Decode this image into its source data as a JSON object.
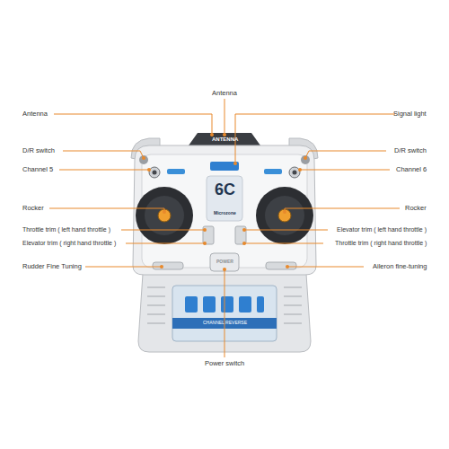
{
  "diagram": {
    "labels": [
      "Antenna",
      "Antenna",
      "Signal light",
      "D/R switch",
      "D/R switch",
      "Channel 5",
      "Channel 6",
      "Rocker",
      "Rocker",
      "Throttle trim ( left hand throttle )",
      "Elevator trim ( left hand throttle )",
      "Elevator trim ( right hand throttle )",
      "Throttle trim ( right hand throttle )",
      "Rudder Fine Tuning",
      "Aileron fine-tuning",
      "Power switch",
      "ANTENNA",
      "6C",
      "Microzone",
      "POWER",
      "CHANNEL REVERSE"
    ]
  }
}
